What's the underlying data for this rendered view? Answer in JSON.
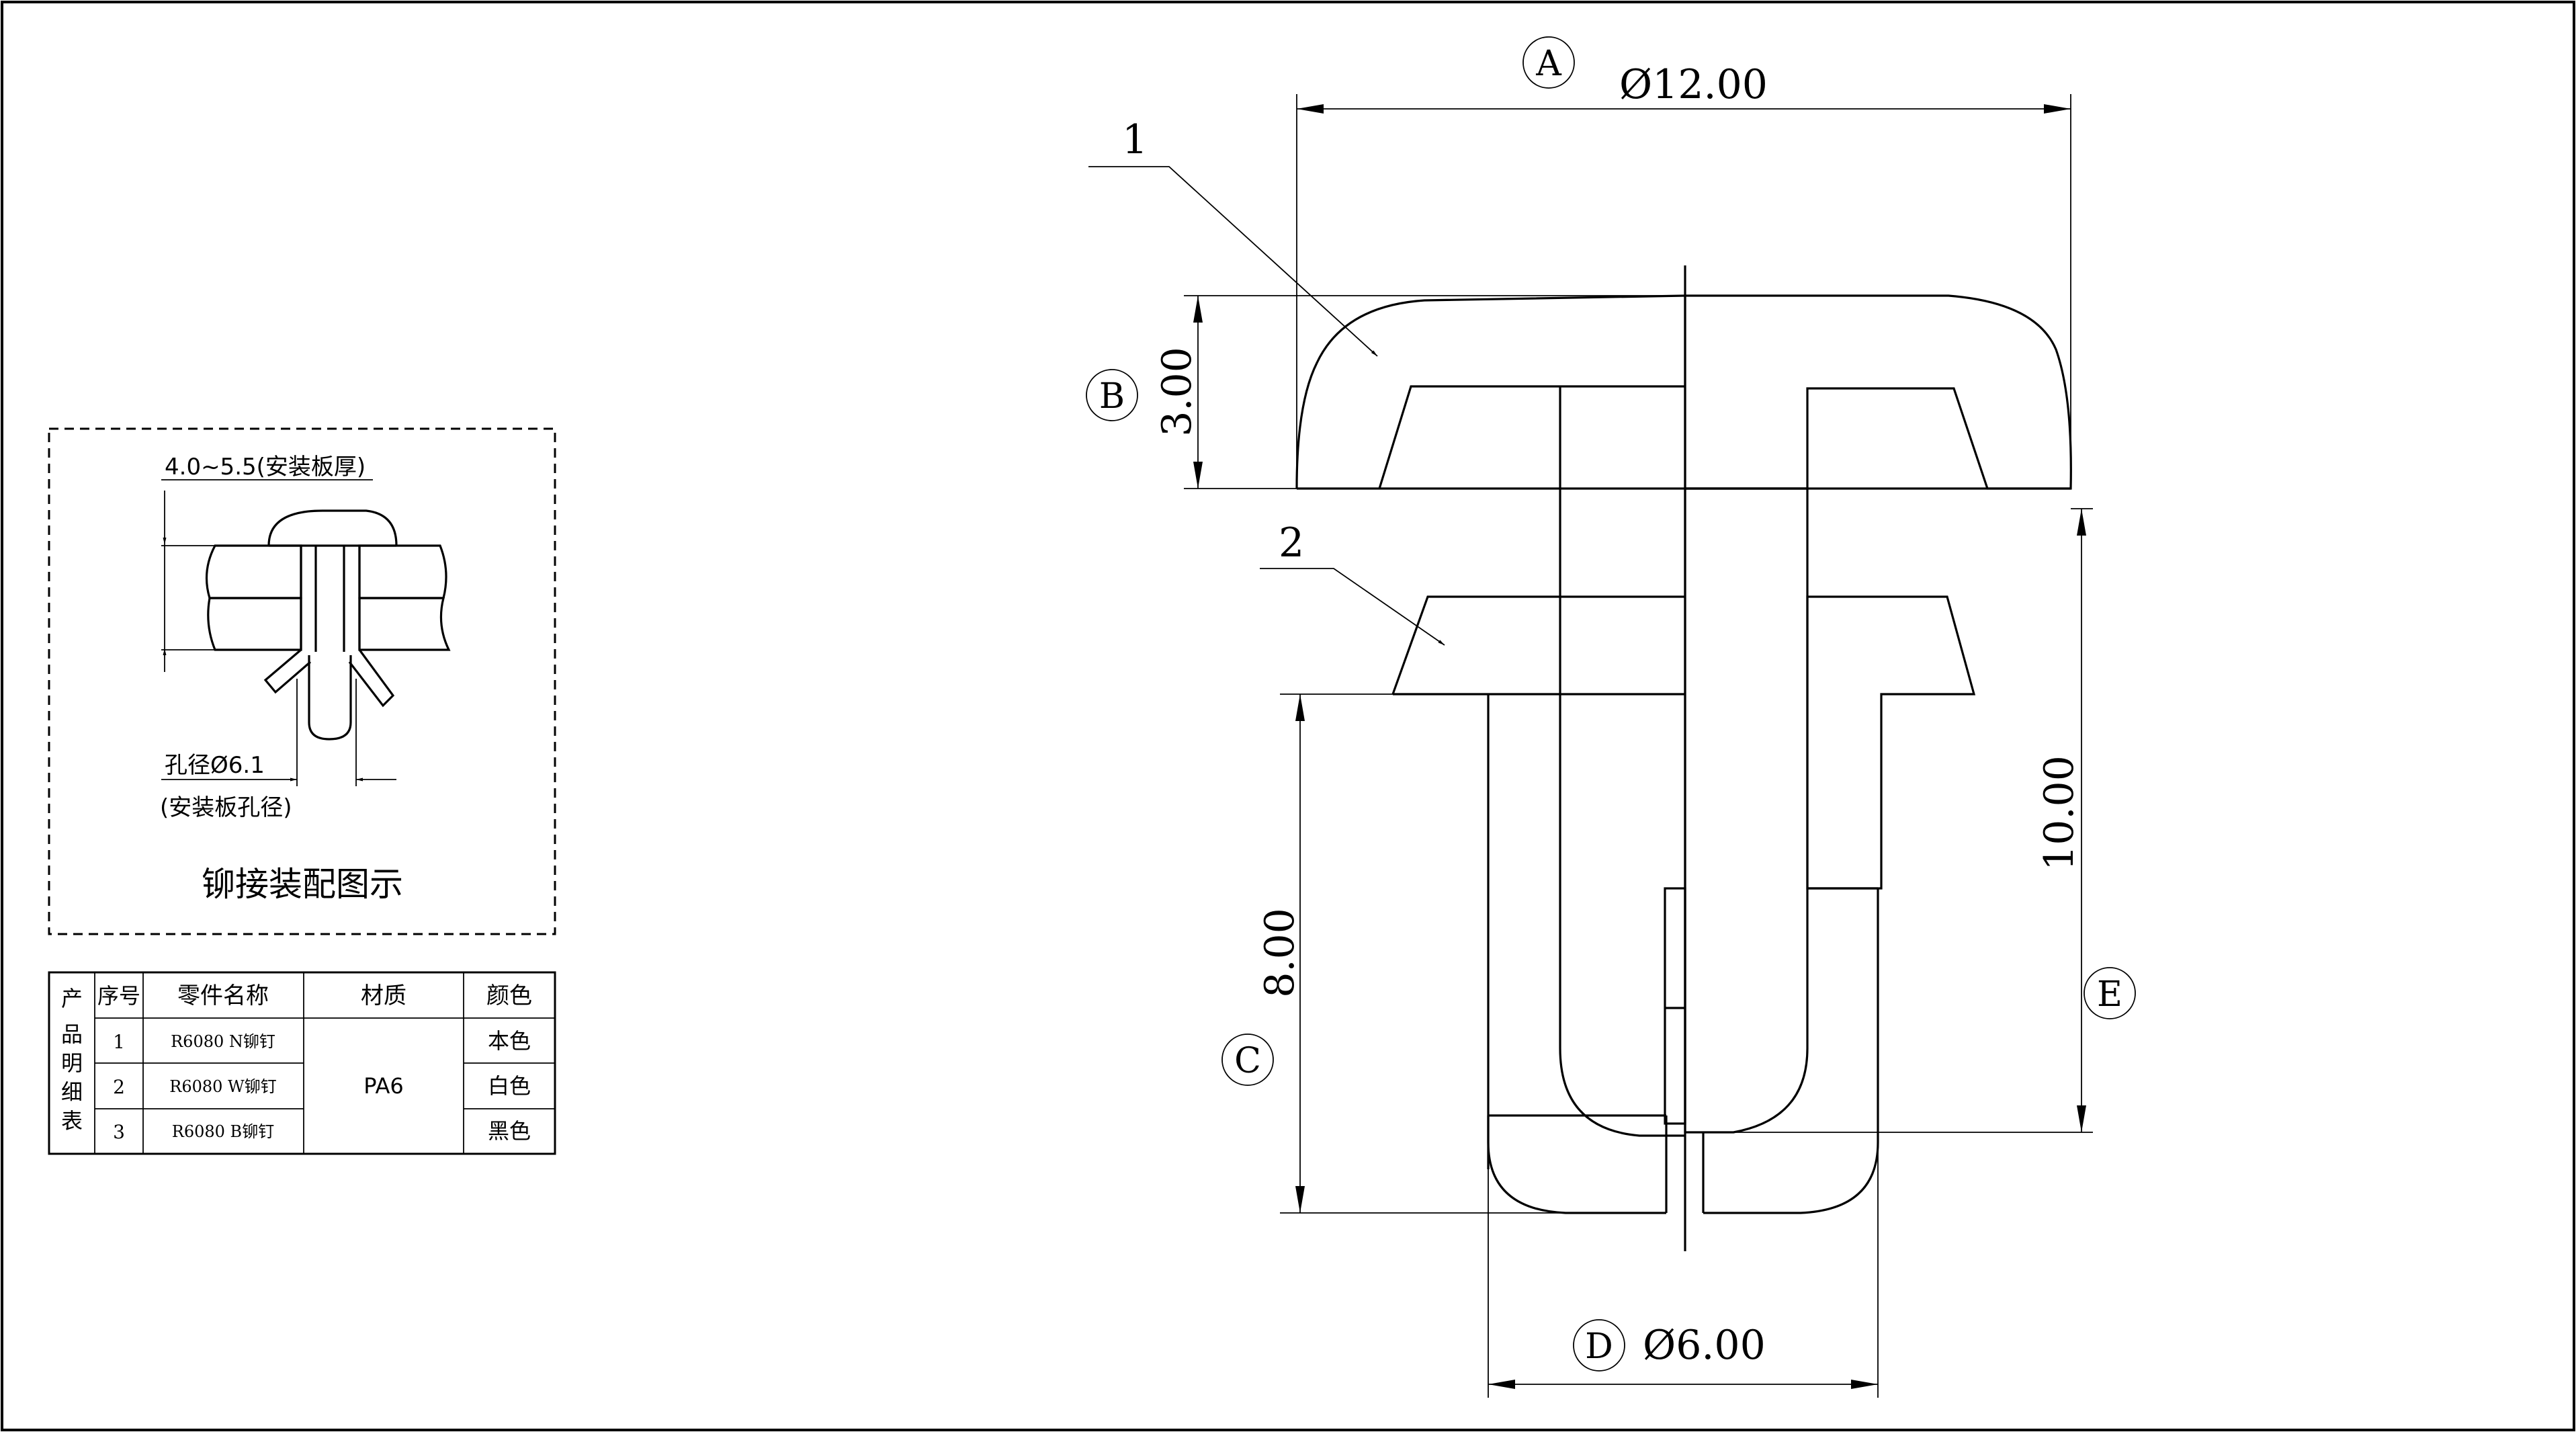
{
  "drawing": {
    "dimensions": {
      "A": {
        "tag": "A",
        "value": "Ø12.00"
      },
      "B": {
        "tag": "B",
        "value": "3.00"
      },
      "C": {
        "tag": "C",
        "value": "8.00"
      },
      "D": {
        "tag": "D",
        "value": "Ø6.00"
      },
      "E": {
        "tag": "E",
        "value": "10.00"
      }
    },
    "callouts": [
      "1",
      "2"
    ]
  },
  "assembly": {
    "thickness_label": "4.0~5.5(安装板厚)",
    "hole_label": "孔径Ø6.1",
    "hole_note": "(安装板孔径)",
    "caption": "铆接装配图示"
  },
  "parts_table": {
    "side_title": [
      "产",
      "品",
      "明",
      "细",
      "表"
    ],
    "headers": [
      "序号",
      "零件名称",
      "材质",
      "颜色"
    ],
    "rows": [
      {
        "no": "1",
        "name": "R6080 N铆钉",
        "color": "本色"
      },
      {
        "no": "2",
        "name": "R6080 W铆钉",
        "color": "白色"
      },
      {
        "no": "3",
        "name": "R6080 B铆钉",
        "color": "黑色"
      }
    ],
    "material": "PA6"
  }
}
